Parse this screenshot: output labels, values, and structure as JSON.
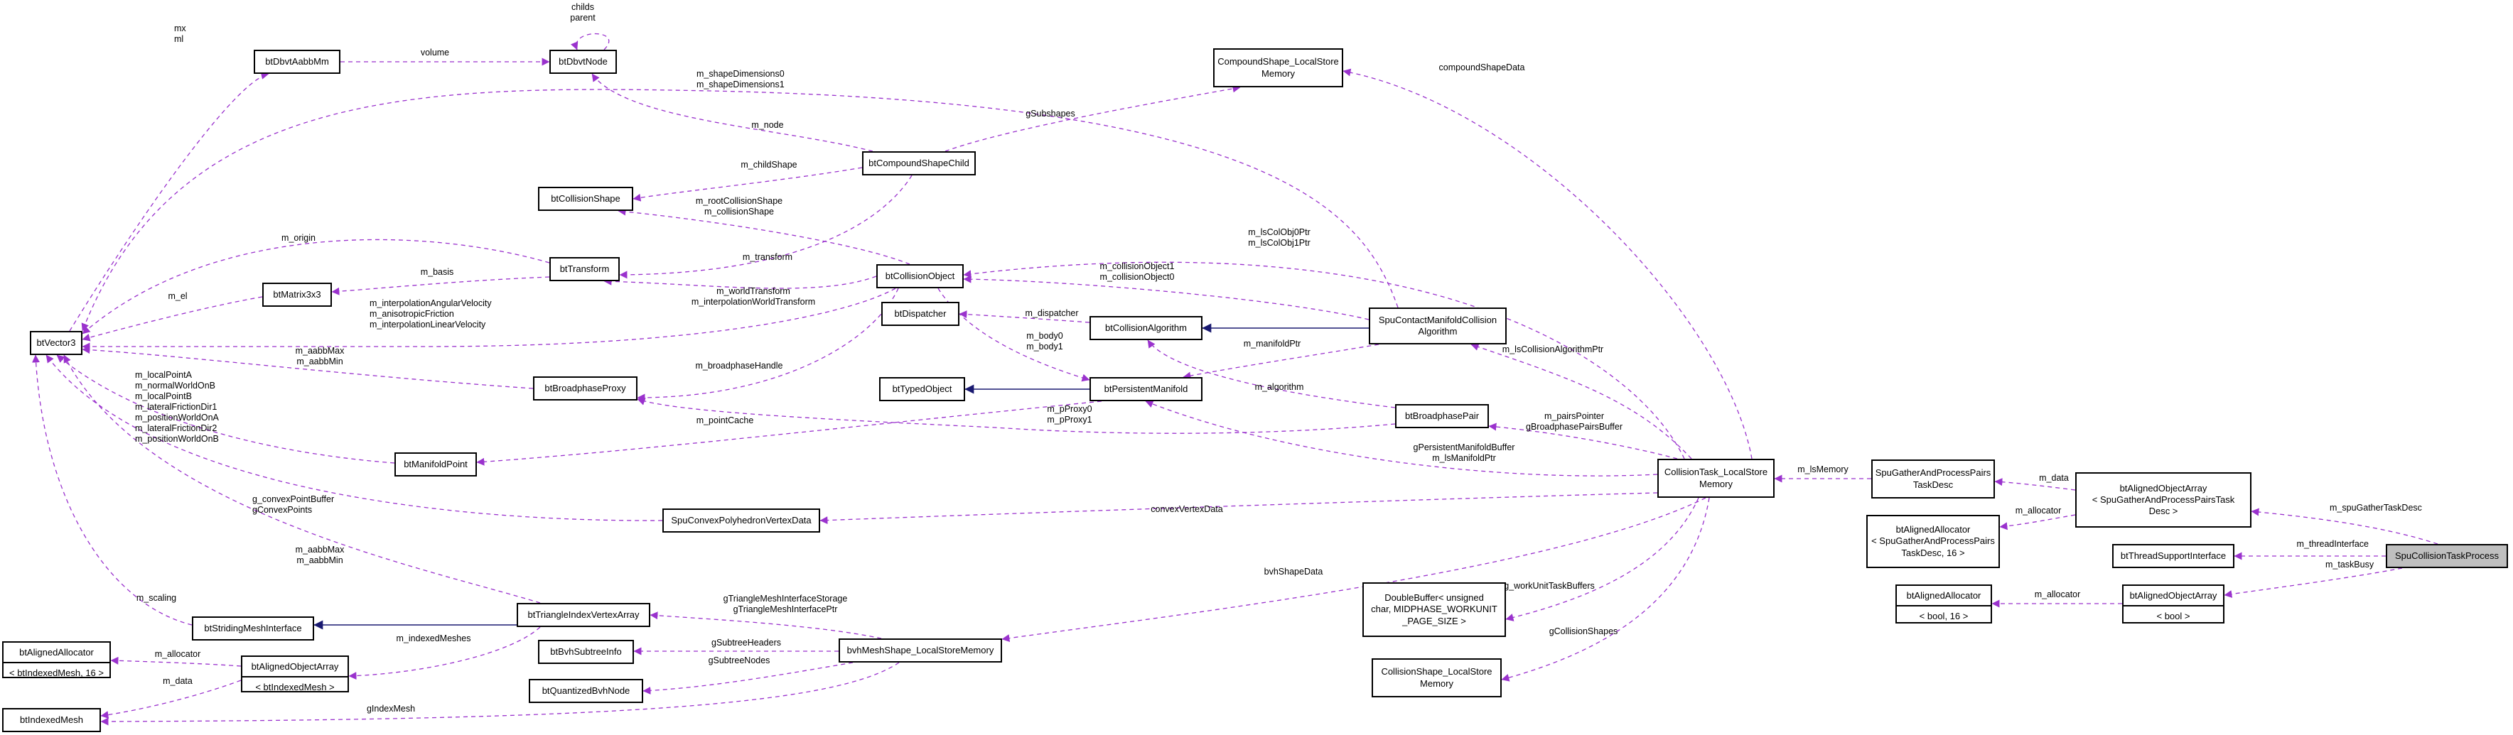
{
  "nodes": [
    {
      "id": "btVector3",
      "text": [
        "btVector3"
      ]
    },
    {
      "id": "btDbvtAabbMm",
      "text": [
        "btDbvtAabbMm"
      ]
    },
    {
      "id": "btDbvtNode",
      "text": [
        "btDbvtNode"
      ]
    },
    {
      "id": "btMatrix3x3",
      "text": [
        "btMatrix3x3"
      ]
    },
    {
      "id": "btCollisionShape",
      "text": [
        "btCollisionShape"
      ]
    },
    {
      "id": "btTransform",
      "text": [
        "btTransform"
      ]
    },
    {
      "id": "btBroadphaseProxy",
      "text": [
        "btBroadphaseProxy"
      ]
    },
    {
      "id": "btManifoldPoint",
      "text": [
        "btManifoldPoint"
      ]
    },
    {
      "id": "btStridingMeshInterface",
      "text": [
        "btStridingMeshInterface"
      ]
    },
    {
      "id": "btAlignedAllocatorIM",
      "text": [
        "btAlignedAllocator",
        "< btIndexedMesh, 16 >"
      ]
    },
    {
      "id": "btAlignedObjectArrayIM",
      "text": [
        "btAlignedObjectArray",
        "< btIndexedMesh >"
      ]
    },
    {
      "id": "btIndexedMesh",
      "text": [
        "btIndexedMesh"
      ]
    },
    {
      "id": "btTriangleIndexVertexArray",
      "text": [
        "btTriangleIndexVertexArray"
      ]
    },
    {
      "id": "btBvhSubtreeInfo",
      "text": [
        "btBvhSubtreeInfo"
      ]
    },
    {
      "id": "btQuantizedBvhNode",
      "text": [
        "btQuantizedBvhNode"
      ]
    },
    {
      "id": "SpuConvexPolyhedronVertexData",
      "text": [
        "SpuConvexPolyhedronVertexData"
      ]
    },
    {
      "id": "bvhMeshShape_LocalStoreMemory",
      "text": [
        "bvhMeshShape_LocalStoreMemory"
      ]
    },
    {
      "id": "CompoundShape_LocalStoreMemory",
      "text": [
        "CompoundShape_LocalStore",
        "Memory"
      ]
    },
    {
      "id": "btCompoundShapeChild",
      "text": [
        "btCompoundShapeChild"
      ]
    },
    {
      "id": "btCollisionObject",
      "text": [
        "btCollisionObject"
      ]
    },
    {
      "id": "btDispatcher",
      "text": [
        "btDispatcher"
      ]
    },
    {
      "id": "btCollisionAlgorithm",
      "text": [
        "btCollisionAlgorithm"
      ]
    },
    {
      "id": "btTypedObject",
      "text": [
        "btTypedObject"
      ]
    },
    {
      "id": "btPersistentManifold",
      "text": [
        "btPersistentManifold"
      ]
    },
    {
      "id": "SpuContactManifoldCollisionAlgorithm",
      "text": [
        "SpuContactManifoldCollision",
        "Algorithm"
      ]
    },
    {
      "id": "btBroadphasePair",
      "text": [
        "btBroadphasePair"
      ]
    },
    {
      "id": "DoubleBuffer",
      "text": [
        "DoubleBuffer< unsigned",
        "char, MIDPHASE_WORKUNIT",
        "_PAGE_SIZE >"
      ]
    },
    {
      "id": "CollisionShape_LocalStoreMemory",
      "text": [
        "CollisionShape_LocalStore",
        "Memory"
      ]
    },
    {
      "id": "CollisionTask_LocalStoreMemory",
      "text": [
        "CollisionTask_LocalStore",
        "Memory"
      ]
    },
    {
      "id": "SpuGatherAndProcessPairsTaskDesc",
      "text": [
        "SpuGatherAndProcessPairs",
        "TaskDesc"
      ]
    },
    {
      "id": "btAlignedAllocatorSG",
      "text": [
        "btAlignedAllocator",
        "< SpuGatherAndProcessPairs",
        "TaskDesc, 16 >"
      ]
    },
    {
      "id": "btAlignedObjectArraySG",
      "text": [
        "btAlignedObjectArray",
        "< SpuGatherAndProcessPairsTask",
        "Desc >"
      ]
    },
    {
      "id": "btThreadSupportInterface",
      "text": [
        "btThreadSupportInterface"
      ]
    },
    {
      "id": "btAlignedAllocatorBool",
      "text": [
        "btAlignedAllocator",
        "< bool, 16 >"
      ]
    },
    {
      "id": "btAlignedObjectArrayBool",
      "text": [
        "btAlignedObjectArray",
        "< bool >"
      ]
    },
    {
      "id": "SpuCollisionTaskProcess",
      "text": [
        "SpuCollisionTaskProcess"
      ]
    }
  ],
  "edges": [
    {
      "id": "e-mx-ml",
      "from": "btVector3",
      "to": "btDbvtAabbMm",
      "label": [
        "mx",
        "ml"
      ]
    },
    {
      "id": "e-volume",
      "from": "btDbvtAabbMm",
      "to": "btDbvtNode",
      "label": [
        "volume"
      ]
    },
    {
      "id": "e-childs",
      "from": "btDbvtNode",
      "to": "btDbvtNode",
      "label": [
        "childs",
        "parent"
      ]
    },
    {
      "id": "e-shapedim",
      "from": "btVector3",
      "to": "SpuContactManifoldCollisionAlgorithm",
      "label": [
        "m_shapeDimensions0",
        "m_shapeDimensions1"
      ]
    },
    {
      "id": "e-node",
      "from": "btDbvtNode",
      "to": "btCompoundShapeChild",
      "label": [
        "m_node"
      ]
    },
    {
      "id": "e-compoundShapeData",
      "from": "CompoundShape_LocalStoreMemory",
      "to": "CollisionTask_LocalStoreMemory",
      "label": [
        "compoundShapeData"
      ]
    },
    {
      "id": "e-gSubshapes",
      "from": "btCompoundShapeChild",
      "to": "CompoundShape_LocalStoreMemory",
      "label": [
        "gSubshapes"
      ]
    },
    {
      "id": "e-childShape",
      "from": "btCollisionShape",
      "to": "btCompoundShapeChild",
      "label": [
        "m_childShape"
      ]
    },
    {
      "id": "e-rootCollisionShape",
      "from": "btCollisionShape",
      "to": "btCollisionObject",
      "label": [
        "m_rootCollisionShape",
        "m_collisionShape"
      ]
    },
    {
      "id": "e-origin",
      "from": "btVector3",
      "to": "btTransform",
      "label": [
        "m_origin"
      ]
    },
    {
      "id": "e-transform",
      "from": "btTransform",
      "to": "btCompoundShapeChild",
      "label": [
        "m_transform"
      ]
    },
    {
      "id": "e-basis",
      "from": "btMatrix3x3",
      "to": "btTransform",
      "label": [
        "m_basis"
      ]
    },
    {
      "id": "e-el",
      "from": "btVector3",
      "to": "btMatrix3x3",
      "label": [
        "m_el"
      ]
    },
    {
      "id": "e-worldTransform",
      "from": "btTransform",
      "to": "btCollisionObject",
      "label": [
        "m_worldTransform",
        "m_interpolationWorldTransform"
      ]
    },
    {
      "id": "e-interpVel",
      "from": "btVector3",
      "to": "btCollisionObject",
      "label": [
        "m_interpolationAngularVelocity",
        "m_anisotropicFriction",
        "m_interpolationLinearVelocity"
      ]
    },
    {
      "id": "e-lsColObj",
      "from": "btCollisionObject",
      "to": "CollisionTask_LocalStoreMemory",
      "label": [
        "m_lsColObj0Ptr",
        "m_lsColObj1Ptr"
      ]
    },
    {
      "id": "e-collisionObject",
      "from": "btCollisionObject",
      "to": "SpuContactManifoldCollisionAlgorithm",
      "label": [
        "m_collisionObject1",
        "m_collisionObject0"
      ]
    },
    {
      "id": "e-aabbMax1",
      "from": "btVector3",
      "to": "btBroadphaseProxy",
      "label": [
        "m_aabbMax",
        "m_aabbMin"
      ]
    },
    {
      "id": "e-broadphaseHandle",
      "from": "btBroadphaseProxy",
      "to": "btCollisionObject",
      "label": [
        "m_broadphaseHandle"
      ]
    },
    {
      "id": "e-dispatcher",
      "from": "btDispatcher",
      "to": "btCollisionAlgorithm",
      "label": [
        "m_dispatcher"
      ]
    },
    {
      "id": "e-inh-algo",
      "from": "btCollisionAlgorithm",
      "to": "SpuContactManifoldCollisionAlgorithm",
      "label": []
    },
    {
      "id": "e-body",
      "from": "btCollisionObject",
      "to": "btPersistentManifold",
      "label": [
        "m_body0",
        "m_body1"
      ]
    },
    {
      "id": "e-manifoldPtr",
      "from": "btPersistentManifold",
      "to": "SpuContactManifoldCollisionAlgorithm",
      "label": [
        "m_manifoldPtr"
      ]
    },
    {
      "id": "e-inh-typed",
      "from": "btTypedObject",
      "to": "btPersistentManifold",
      "label": []
    },
    {
      "id": "e-algorithm",
      "from": "btCollisionAlgorithm",
      "to": "btBroadphasePair",
      "label": [
        "m_algorithm"
      ]
    },
    {
      "id": "e-lsAlgoPtr",
      "from": "SpuContactManifoldCollisionAlgorithm",
      "to": "CollisionTask_LocalStoreMemory",
      "label": [
        "m_lsCollisionAlgorithmPtr"
      ]
    },
    {
      "id": "e-pProxy",
      "from": "btBroadphaseProxy",
      "to": "btBroadphasePair",
      "label": [
        "m_pProxy0",
        "m_pProxy1"
      ]
    },
    {
      "id": "e-pairsPointer",
      "from": "btBroadphasePair",
      "to": "CollisionTask_LocalStoreMemory",
      "label": [
        "m_pairsPointer",
        "gBroadphasePairsBuffer"
      ]
    },
    {
      "id": "e-pointCache",
      "from": "btManifoldPoint",
      "to": "btPersistentManifold",
      "label": [
        "m_pointCache"
      ]
    },
    {
      "id": "e-localPoint",
      "from": "btVector3",
      "to": "btManifoldPoint",
      "label": [
        "m_localPointA",
        "m_normalWorldOnB",
        "m_localPointB",
        "m_lateralFrictionDir1",
        "m_positionWorldOnA",
        "m_lateralFrictionDir2",
        "m_positionWorldOnB"
      ]
    },
    {
      "id": "e-persistentBuffer",
      "from": "btPersistentManifold",
      "to": "CollisionTask_LocalStoreMemory",
      "label": [
        "gPersistentManifoldBuffer",
        "m_lsManifoldPtr"
      ]
    },
    {
      "id": "e-convexPoints",
      "from": "btVector3",
      "to": "SpuConvexPolyhedronVertexData",
      "label": [
        "g_convexPointBuffer",
        "gConvexPoints"
      ]
    },
    {
      "id": "e-convexVertexData",
      "from": "SpuConvexPolyhedronVertexData",
      "to": "CollisionTask_LocalStoreMemory",
      "label": [
        "convexVertexData"
      ]
    },
    {
      "id": "e-lsMemory",
      "from": "CollisionTask_LocalStoreMemory",
      "to": "SpuGatherAndProcessPairsTaskDesc",
      "label": [
        "m_lsMemory"
      ]
    },
    {
      "id": "e-data-sg",
      "from": "SpuGatherAndProcessPairsTaskDesc",
      "to": "btAlignedObjectArraySG",
      "label": [
        "m_data"
      ]
    },
    {
      "id": "e-alloc-sg",
      "from": "btAlignedAllocatorSG",
      "to": "btAlignedObjectArraySG",
      "label": [
        "m_allocator"
      ]
    },
    {
      "id": "e-spuGatherTaskDesc",
      "from": "btAlignedObjectArraySG",
      "to": "SpuCollisionTaskProcess",
      "label": [
        "m_spuGatherTaskDesc"
      ]
    },
    {
      "id": "e-threadInterface",
      "from": "btThreadSupportInterface",
      "to": "SpuCollisionTaskProcess",
      "label": [
        "m_threadInterface"
      ]
    },
    {
      "id": "e-taskBusy",
      "from": "btAlignedObjectArrayBool",
      "to": "SpuCollisionTaskProcess",
      "label": [
        "m_taskBusy"
      ]
    },
    {
      "id": "e-alloc-bool",
      "from": "btAlignedAllocatorBool",
      "to": "btAlignedObjectArrayBool",
      "label": [
        "m_allocator"
      ]
    },
    {
      "id": "e-bvhShapeData",
      "from": "bvhMeshShape_LocalStoreMemory",
      "to": "CollisionTask_LocalStoreMemory",
      "label": [
        "bvhShapeData"
      ]
    },
    {
      "id": "e-workUnit",
      "from": "DoubleBuffer",
      "to": "CollisionTask_LocalStoreMemory",
      "label": [
        "g_workUnitTaskBuffers"
      ]
    },
    {
      "id": "e-gCollisionShapes",
      "from": "CollisionShape_LocalStoreMemory",
      "to": "CollisionTask_LocalStoreMemory",
      "label": [
        "gCollisionShapes"
      ]
    },
    {
      "id": "e-aabbMax2",
      "from": "btVector3",
      "to": "btTriangleIndexVertexArray",
      "label": [
        "m_aabbMax",
        "m_aabbMin"
      ]
    },
    {
      "id": "e-scaling",
      "from": "btVector3",
      "to": "btStridingMeshInterface",
      "label": [
        "m_scaling"
      ]
    },
    {
      "id": "e-inh-striding",
      "from": "btStridingMeshInterface",
      "to": "btTriangleIndexVertexArray",
      "label": []
    },
    {
      "id": "e-indexedMeshes",
      "from": "btAlignedObjectArrayIM",
      "to": "btTriangleIndexVertexArray",
      "label": [
        "m_indexedMeshes"
      ]
    },
    {
      "id": "e-triIVA",
      "from": "btTriangleIndexVertexArray",
      "to": "bvhMeshShape_LocalStoreMemory",
      "label": [
        "gTriangleMeshInterfaceStorage",
        "gTriangleMeshInterfacePtr"
      ]
    },
    {
      "id": "e-alloc-im",
      "from": "btAlignedAllocatorIM",
      "to": "btAlignedObjectArrayIM",
      "label": [
        "m_allocator"
      ]
    },
    {
      "id": "e-data-im",
      "from": "btIndexedMesh",
      "to": "btAlignedObjectArrayIM",
      "label": [
        "m_data"
      ]
    },
    {
      "id": "e-gSubtreeHeaders",
      "from": "btBvhSubtreeInfo",
      "to": "bvhMeshShape_LocalStoreMemory",
      "label": [
        "gSubtreeHeaders"
      ]
    },
    {
      "id": "e-gSubtreeNodes",
      "from": "btQuantizedBvhNode",
      "to": "bvhMeshShape_LocalStoreMemory",
      "label": [
        "gSubtreeNodes"
      ]
    },
    {
      "id": "e-gIndexMesh",
      "from": "btIndexedMesh",
      "to": "bvhMeshShape_LocalStoreMemory",
      "label": [
        "gIndexMesh"
      ]
    }
  ]
}
